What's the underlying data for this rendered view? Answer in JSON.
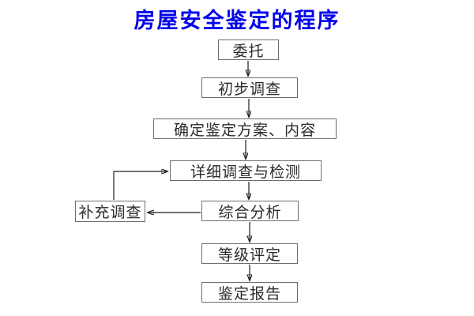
{
  "title": "房屋安全鉴定的程序",
  "title_color": "#0000ee",
  "flowchart": {
    "nodes": [
      {
        "id": "entrust",
        "label": "委托"
      },
      {
        "id": "preliminary",
        "label": "初步调查"
      },
      {
        "id": "plan",
        "label": "确定鉴定方案、内容"
      },
      {
        "id": "detailed",
        "label": "详细调查与检测"
      },
      {
        "id": "analysis",
        "label": "综合分析"
      },
      {
        "id": "grading",
        "label": "等级评定"
      },
      {
        "id": "report",
        "label": "鉴定报告"
      },
      {
        "id": "supplement",
        "label": "补充调查"
      }
    ],
    "edges": [
      {
        "from": "委托",
        "to": "初步调查"
      },
      {
        "from": "初步调查",
        "to": "确定鉴定方案、内容"
      },
      {
        "from": "确定鉴定方案、内容",
        "to": "详细调查与检测"
      },
      {
        "from": "详细调查与检测",
        "to": "综合分析"
      },
      {
        "from": "综合分析",
        "to": "等级评定"
      },
      {
        "from": "等级评定",
        "to": "鉴定报告"
      },
      {
        "from": "综合分析",
        "to": "补充调查"
      },
      {
        "from": "补充调查",
        "to": "详细调查与检测"
      }
    ]
  }
}
